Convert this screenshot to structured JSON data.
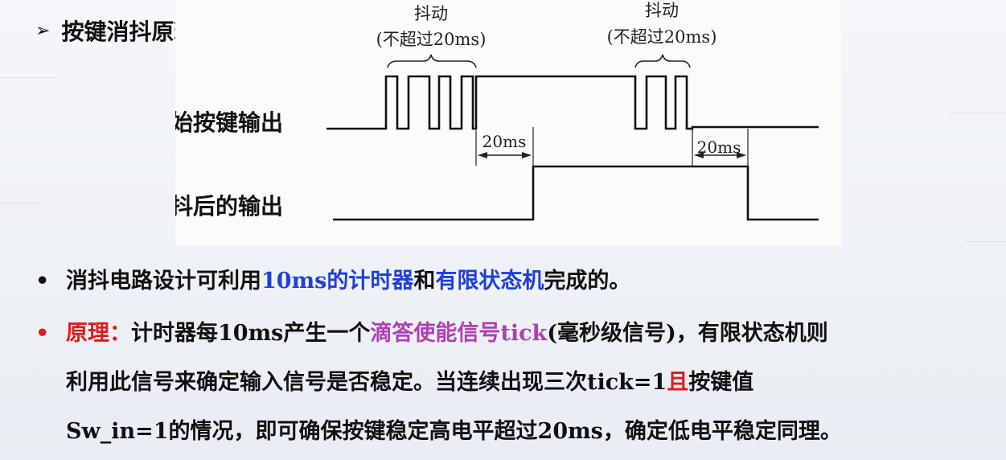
{
  "heading": {
    "bullet": "➢",
    "title": "按键消抖原理"
  },
  "diagram": {
    "signal_raw_label": "原始按键输出",
    "signal_debounced_label": "消抖后的输出",
    "bounce_label_1": "抖动",
    "bounce_note_1": "(不超过20ms)",
    "bounce_label_2": "抖动",
    "bounce_note_2": "(不超过20ms)",
    "delay_label_1": "20ms",
    "delay_label_2": "20ms"
  },
  "bullets": {
    "b1": {
      "dot": "•",
      "p1": "消抖电路设计可利用",
      "p2": "10ms的计时器",
      "p3": "和",
      "p4": "有限状态机",
      "p5": "完成的。"
    },
    "b2": {
      "dot": "•",
      "label": "原理：",
      "p1": "计时器每10ms产生一个",
      "p2": "滴答使能信号tick",
      "p3": "(毫秒级信号)，有限状态机则",
      "line2_a": "利用此信号来确定输入信号是否稳定。当连续出现三次tick=1",
      "line2_b": "且",
      "line2_c": "按键值",
      "line3": "Sw_in=1的情况，即可确保按键稳定高电平超过20ms，确定低电平稳定同理。"
    }
  },
  "colors": {
    "accent_blue": "#1f3fd8",
    "accent_purple": "#b03fb5",
    "accent_red": "#e21b1b"
  }
}
